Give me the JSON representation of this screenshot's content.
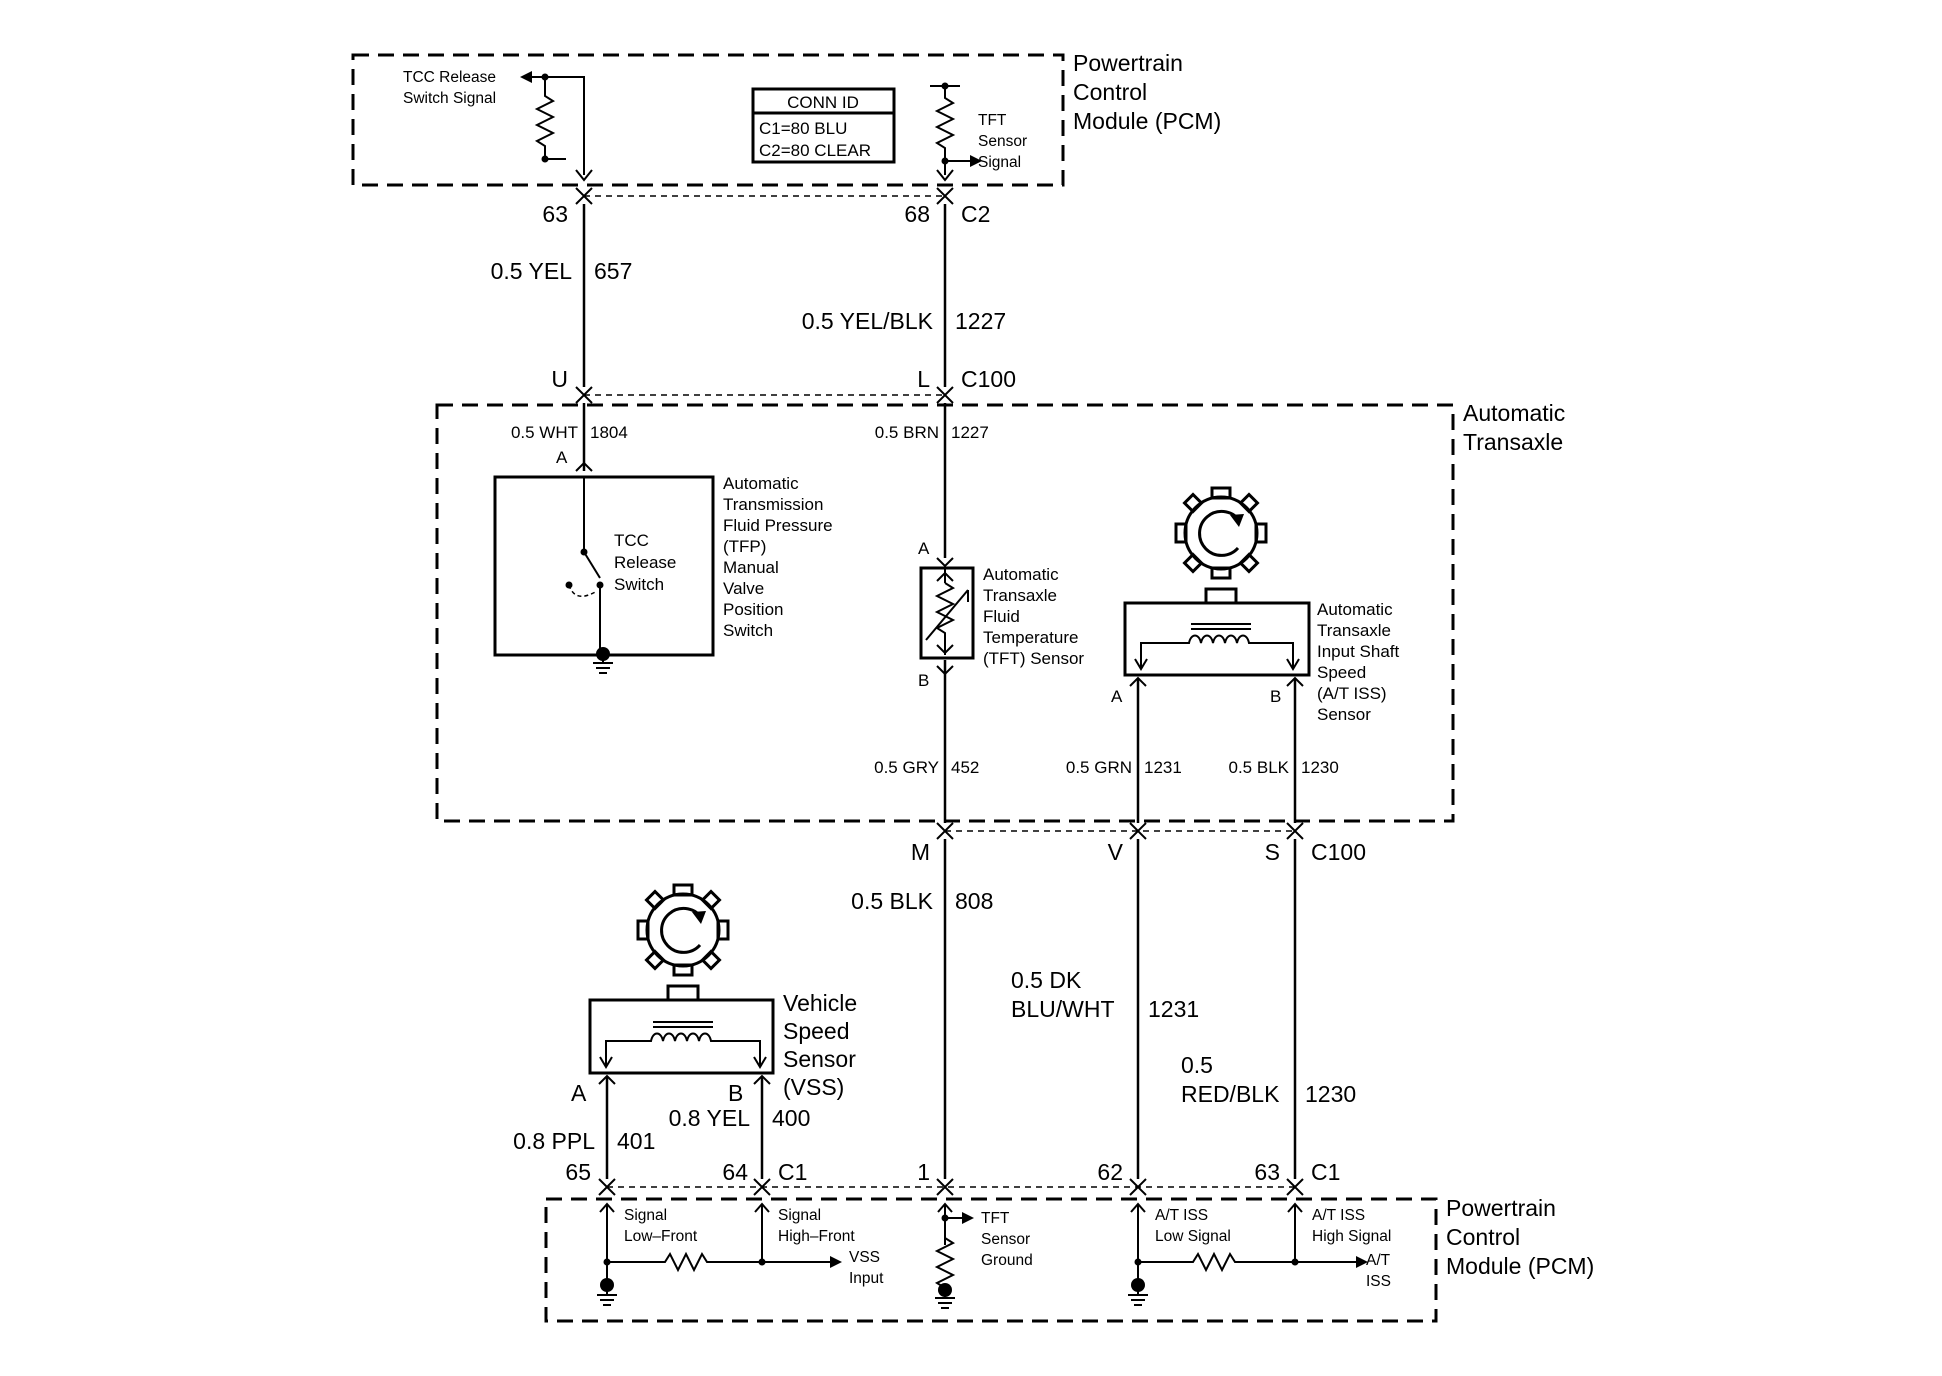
{
  "pcm_top": {
    "module_label": [
      "Powertrain",
      "Control",
      "Module (PCM)"
    ],
    "tcc_signal_label": [
      "TCC Release",
      "Switch Signal"
    ],
    "conn_id": {
      "title": "CONN ID",
      "c1": "C1=80 BLU",
      "c2": "C2=80 CLEAR"
    },
    "tft_signal_label": [
      "TFT",
      "Sensor",
      "Signal"
    ],
    "pin_63": "63",
    "pin_68": "68",
    "conn_c2": "C2"
  },
  "wires_top": {
    "left_color": "0.5 YEL",
    "left_circuit": "657",
    "right_color": "0.5 YEL/BLK",
    "right_circuit": "1227",
    "c100_pin_u": "U",
    "c100_pin_l": "L",
    "c100_label": "C100"
  },
  "transaxle": {
    "module_label": [
      "Automatic",
      "Transaxle"
    ],
    "wire_wht_color": "0.5 WHT",
    "wire_wht_circuit": "1804",
    "wire_brn_color": "0.5 BRN",
    "wire_brn_circuit": "1227",
    "tfp_pin_a": "A",
    "tfp_label": [
      "Automatic",
      "Transmission",
      "Fluid Pressure",
      "(TFP)",
      "Manual",
      "Valve",
      "Position",
      "Switch"
    ],
    "tcc_switch_label": [
      "TCC",
      "Release",
      "Switch"
    ],
    "tft_pin_a": "A",
    "tft_pin_b": "B",
    "tft_label": [
      "Automatic",
      "Transaxle",
      "Fluid",
      "Temperature",
      "(TFT) Sensor"
    ],
    "iss_label": [
      "Automatic",
      "Transaxle",
      "Input Shaft",
      "Speed",
      "(A/T ISS)",
      "Sensor"
    ],
    "iss_pin_a": "A",
    "iss_pin_b": "B",
    "wire_gry_color": "0.5 GRY",
    "wire_gry_circuit": "452",
    "wire_grn_color": "0.5 GRN",
    "wire_grn_circuit": "1231",
    "wire_blk_color": "0.5 BLK",
    "wire_blk_circuit": "1230"
  },
  "c100_bottom": {
    "pin_m": "M",
    "pin_v": "V",
    "pin_s": "S",
    "label": "C100"
  },
  "wires_bottom": {
    "blk_color": "0.5 BLK",
    "blk_circuit": "808",
    "dkblu_color": [
      "0.5 DK",
      "BLU/WHT"
    ],
    "dkblu_circuit": "1231",
    "redblk_color": [
      "0.5",
      "RED/BLK"
    ],
    "redblk_circuit": "1230",
    "ppl_color": "0.8 PPL",
    "ppl_circuit": "401",
    "yel_color": "0.8 YEL",
    "yel_circuit": "400"
  },
  "vss": {
    "label": [
      "Vehicle",
      "Speed",
      "Sensor",
      "(VSS)"
    ],
    "pin_a": "A",
    "pin_b": "B"
  },
  "pcm_bottom": {
    "module_label": [
      "Powertrain",
      "Control",
      "Module (PCM)"
    ],
    "pin_65": "65",
    "pin_64": "64",
    "conn_c1_a": "C1",
    "pin_1": "1",
    "pin_62": "62",
    "pin_63": "63",
    "conn_c1_b": "C1",
    "signal_low_front": [
      "Signal",
      "Low–Front"
    ],
    "signal_high_front": [
      "Signal",
      "High–Front"
    ],
    "vss_input": [
      "VSS",
      "Input"
    ],
    "tft_ground": [
      "TFT",
      "Sensor",
      "Ground"
    ],
    "iss_low": [
      "A/T ISS",
      "Low Signal"
    ],
    "iss_high": [
      "A/T ISS",
      "High Signal"
    ],
    "iss_out": [
      "A/T",
      "ISS"
    ]
  }
}
